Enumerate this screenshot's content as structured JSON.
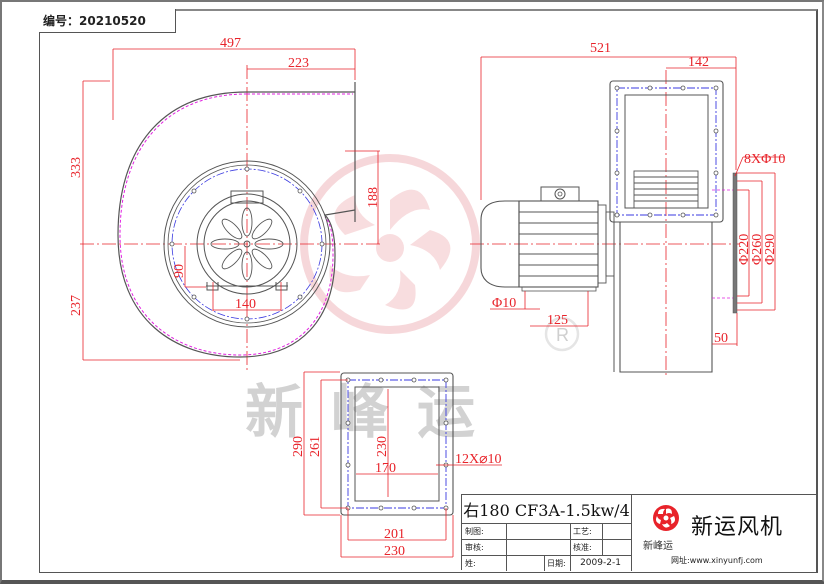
{
  "drawing_code": {
    "label": "编号：",
    "value": "20210520"
  },
  "watermark": {
    "text": "新峰运",
    "registered_mark": "®"
  },
  "front_view": {
    "dims": {
      "overall_width": "497",
      "outlet_width": "223",
      "height_above_center": "333",
      "height_below_center": "237",
      "outlet_offset": "188",
      "motor_foot_height": "90",
      "motor_foot_spacing": "140"
    }
  },
  "side_view": {
    "dims": {
      "overall_length": "521",
      "flange_offset": "142",
      "inlet_holes": "8XΦ10",
      "inlet_d1": "Φ220",
      "inlet_d2": "Φ260",
      "inlet_d3": "Φ290",
      "inlet_depth": "50",
      "motor_hole": "Φ10",
      "motor_foot_length": "125"
    }
  },
  "outlet_flange_view": {
    "dims": {
      "outer_height": "290",
      "hole_height": "261",
      "inner_height": "230",
      "inner_width": "170",
      "holes": "12X⌀10",
      "hole_width": "201",
      "outer_width": "230"
    }
  },
  "title_block": {
    "model": "右180 CF3A-1.5kw/4",
    "rows": [
      {
        "label": "制图:",
        "label2": "工艺:"
      },
      {
        "label": "审核:",
        "label2": "核准:"
      },
      {
        "label": "姓:",
        "label2": "日期:",
        "value2": "2009-2-1"
      }
    ],
    "brand_name": "新运风机",
    "brand_small": "新峰运",
    "website": "网址:www.xinyunfj.com"
  },
  "colors": {
    "dimension": "#e8232a",
    "centerline": "#e8232a",
    "hidden": "#e020e0",
    "bolt_circle": "#3a3ae0",
    "outline": "#444444",
    "watermark": "#f0b8bc"
  }
}
